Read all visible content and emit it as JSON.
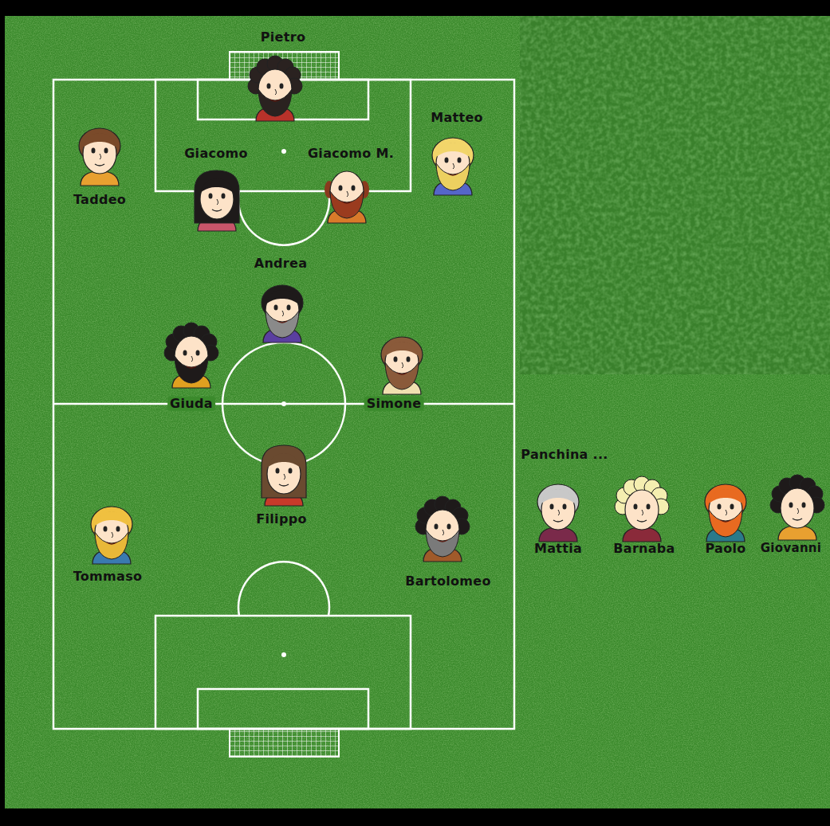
{
  "diagram": {
    "labels": [
      "Pietro",
      "Matteo",
      "Giacomo",
      "Giacomo M.",
      "Taddeo",
      "Andrea",
      "Giuda",
      "Simone",
      "Filippo",
      "Tommaso",
      "Bartolomeo",
      "Panchina ...",
      "Mattia",
      "Barnaba",
      "Paolo",
      "Giovanni"
    ]
  }
}
